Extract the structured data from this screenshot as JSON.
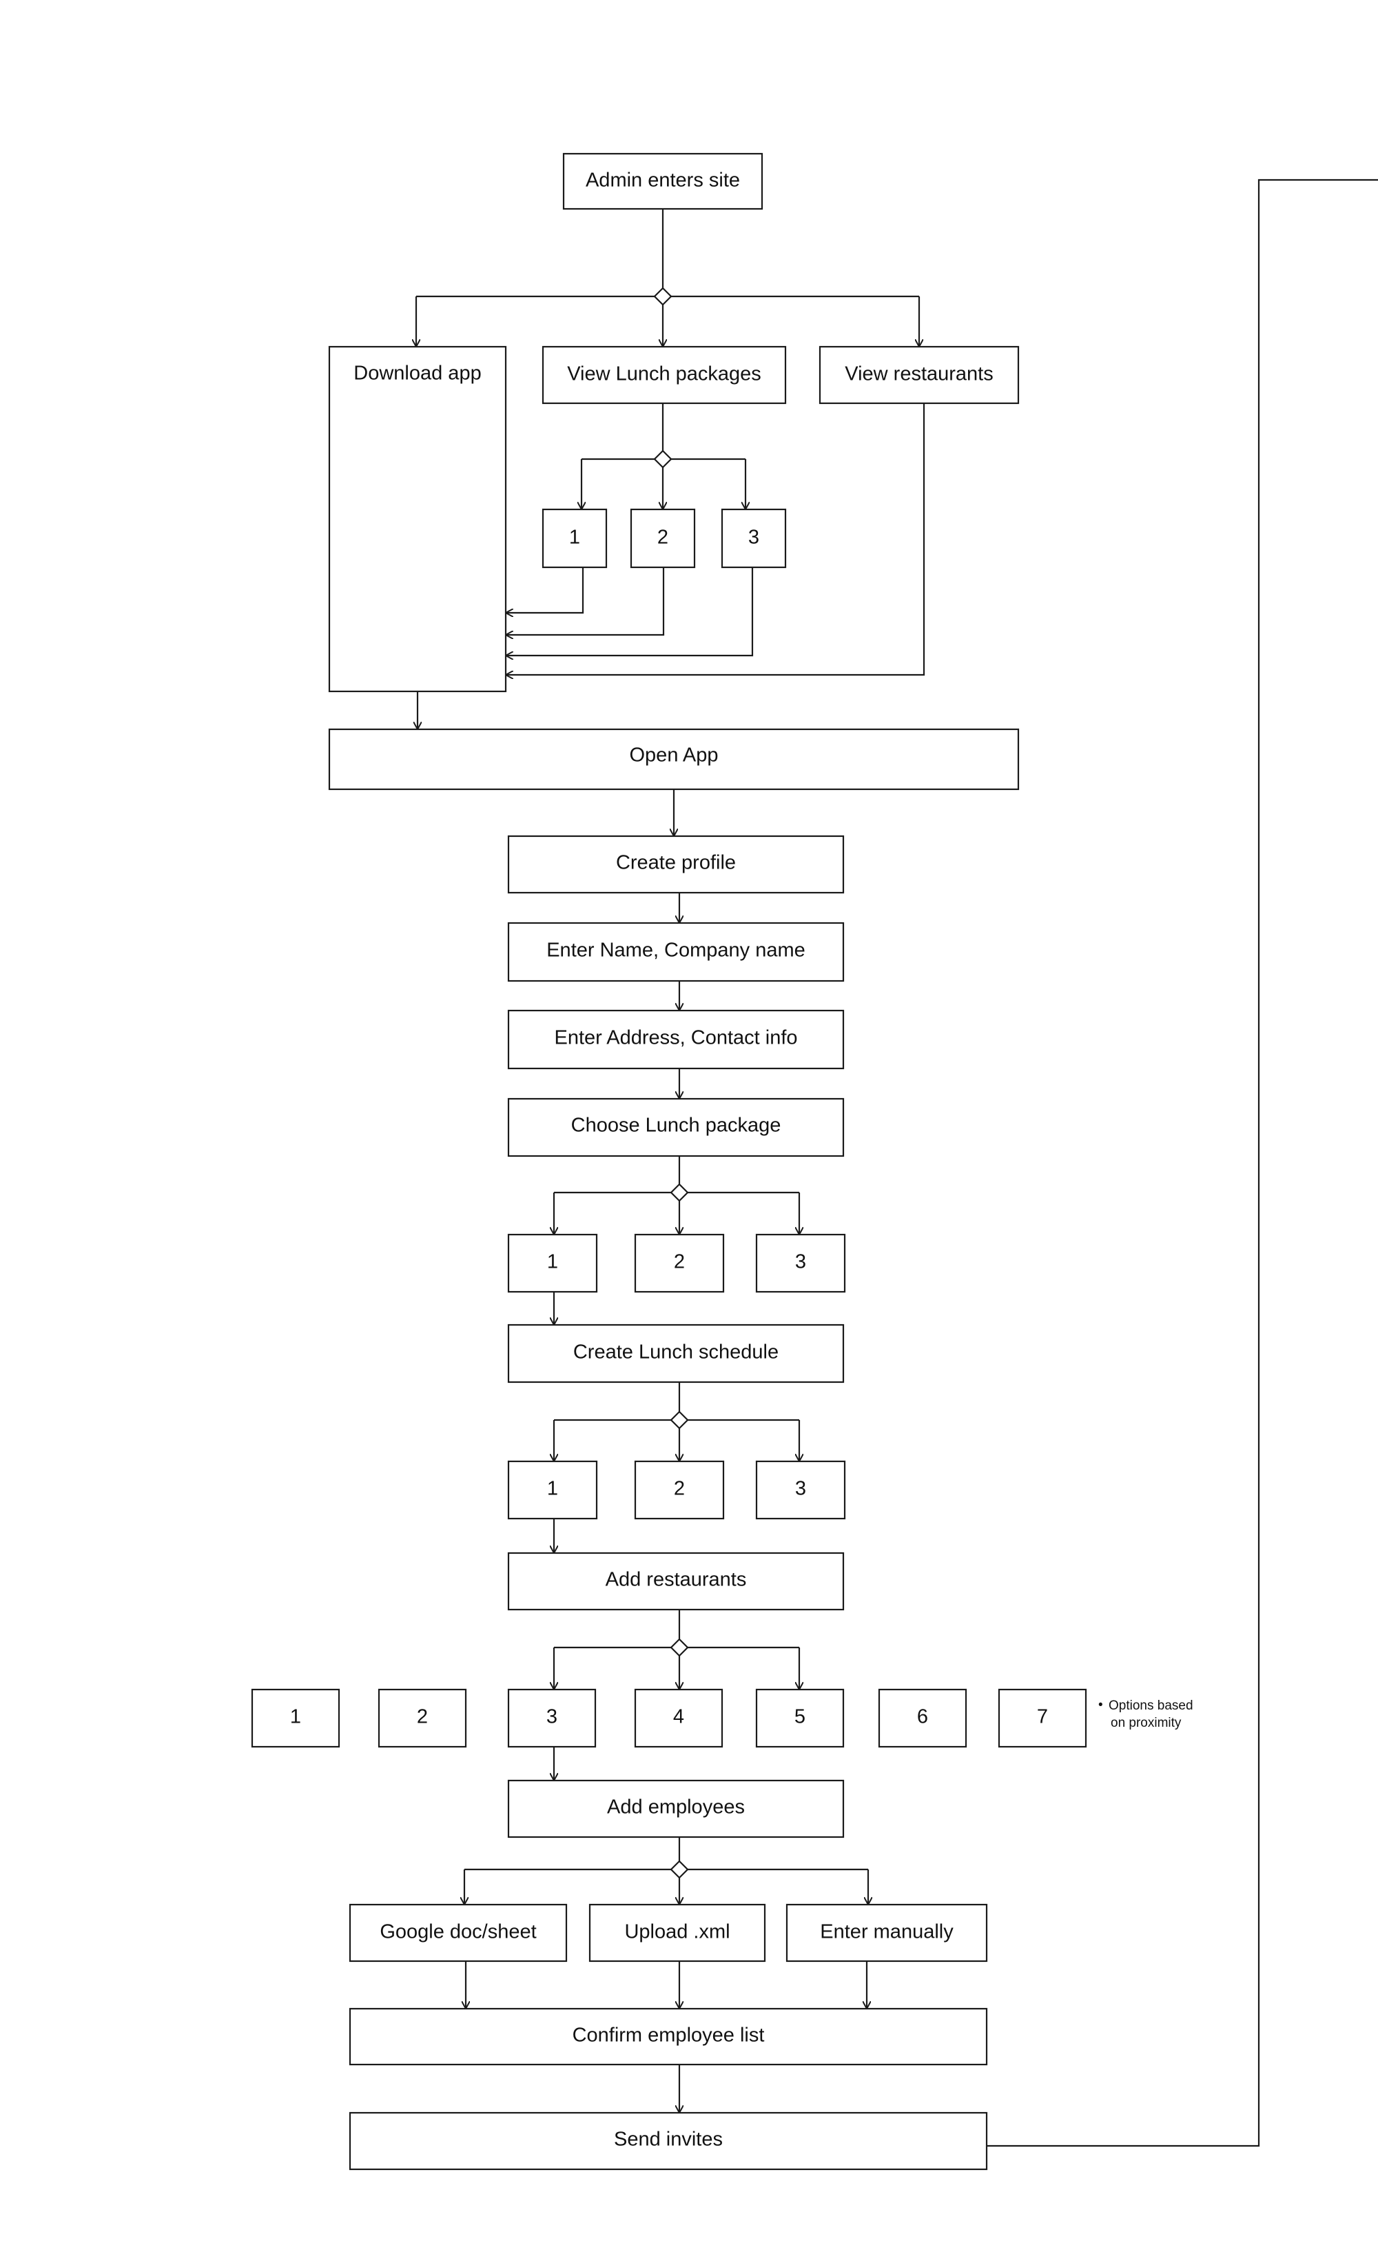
{
  "nodes": {
    "admin_enters_site": "Admin enters site",
    "download_app": "Download app",
    "view_lunch_packages": "View Lunch packages",
    "view_restaurants": "View restaurants",
    "pkg_1": "1",
    "pkg_2": "2",
    "pkg_3": "3",
    "open_app": "Open App",
    "create_profile": "Create profile",
    "enter_name": "Enter Name, Company name",
    "enter_address": "Enter Address, Contact info",
    "choose_lunch_package": "Choose Lunch package",
    "choose_1": "1",
    "choose_2": "2",
    "choose_3": "3",
    "create_lunch_schedule": "Create Lunch schedule",
    "sched_1": "1",
    "sched_2": "2",
    "sched_3": "3",
    "add_restaurants": "Add restaurants",
    "rest_1": "1",
    "rest_2": "2",
    "rest_3": "3",
    "rest_4": "4",
    "rest_5": "5",
    "rest_6": "6",
    "rest_7": "7",
    "add_employees": "Add employees",
    "google_doc": "Google doc/sheet",
    "upload_xml": "Upload .xml",
    "enter_manually": "Enter manually",
    "confirm_employee_list": "Confirm employee list",
    "send_invites": "Send invites"
  },
  "note": {
    "bullet": "•",
    "line1": "Options based",
    "line2": "on proximity"
  }
}
